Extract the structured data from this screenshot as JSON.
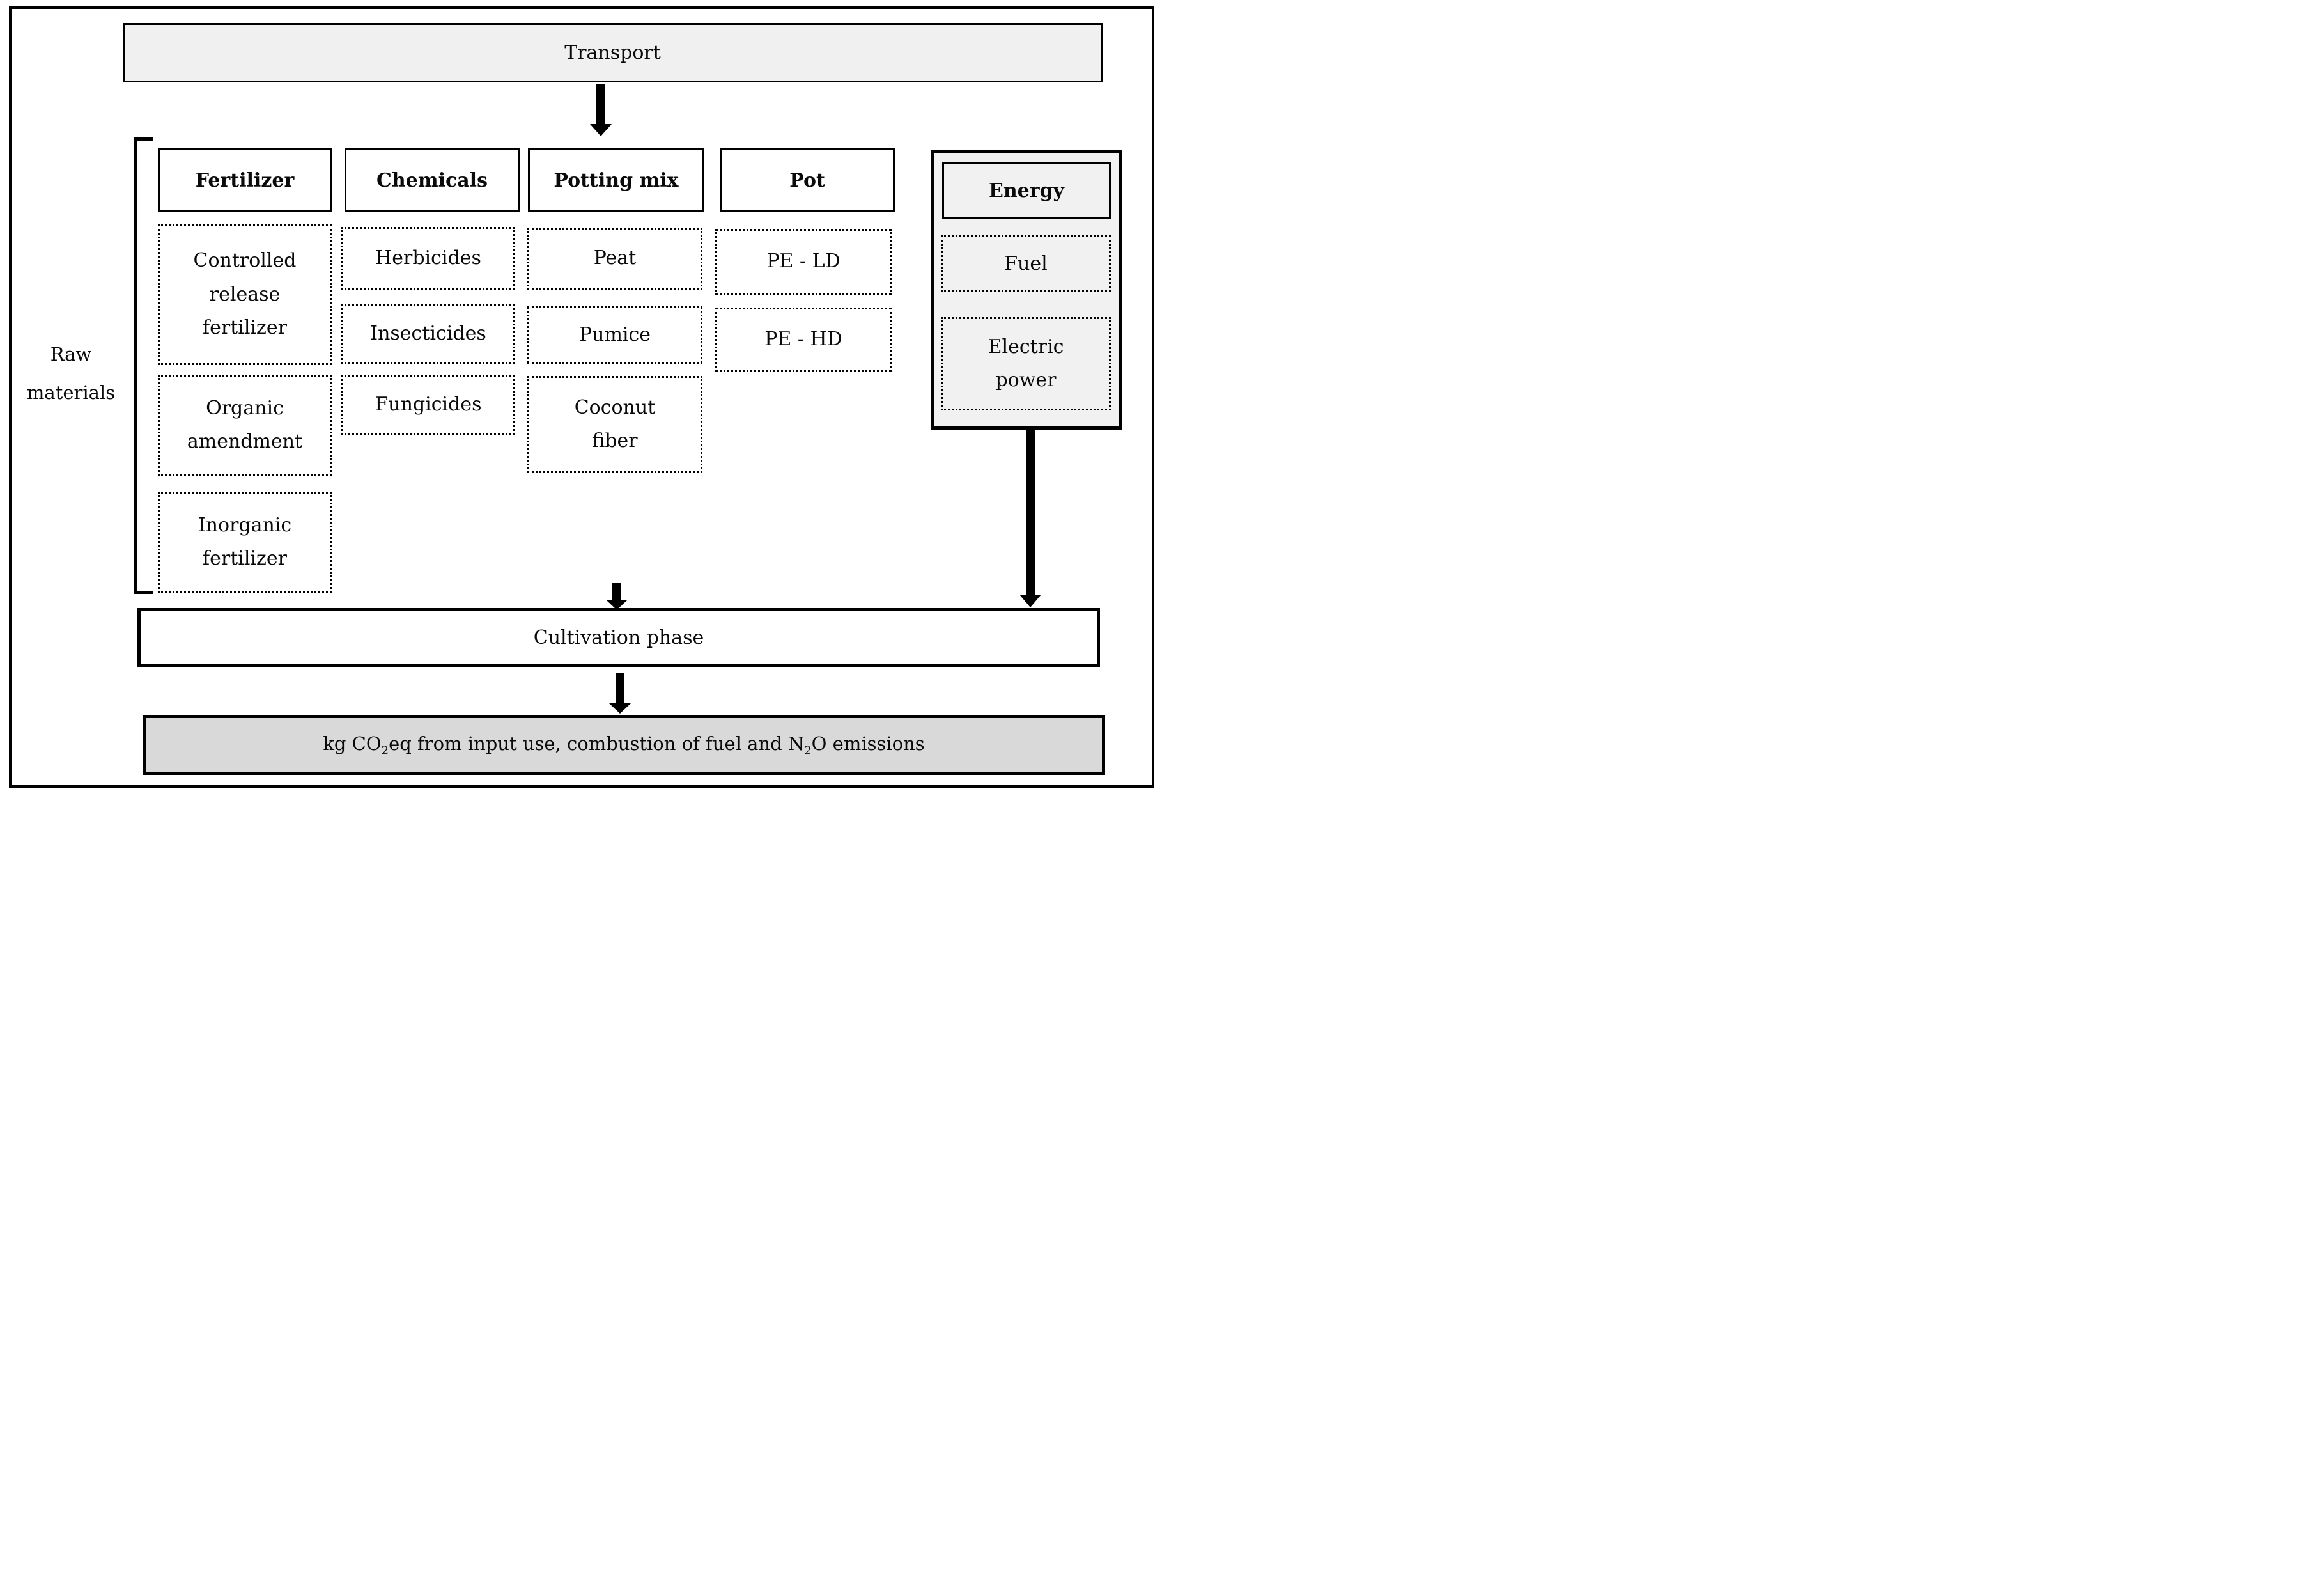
{
  "transport": {
    "label": "Transport"
  },
  "raw_materials": {
    "label_lines": [
      "Raw",
      "materials"
    ]
  },
  "columns": [
    {
      "header": "Fertilizer",
      "items": [
        "Controlled release fertilizer",
        "Organic amendment",
        "Inorganic fertilizer"
      ]
    },
    {
      "header": "Chemicals",
      "items": [
        "Herbicides",
        "Insecticides",
        "Fungicides"
      ]
    },
    {
      "header": "Potting mix",
      "items": [
        "Peat",
        "Pumice",
        "Coconut fiber"
      ]
    },
    {
      "header": "Pot",
      "items": [
        "PE - LD",
        "PE - HD"
      ]
    }
  ],
  "energy": {
    "header": "Energy",
    "items": [
      "Fuel",
      "Electric power"
    ]
  },
  "cultivation": {
    "label": "Cultivation phase"
  },
  "output": {
    "seg1": "kg CO",
    "sub1": "2",
    "seg2": "eq from input use, combustion of fuel and N",
    "sub2": "2",
    "seg3": "O emissions"
  },
  "colors": {
    "border": "#000000",
    "light_fill": "#f0f0f0",
    "energy_fill": "#f1f1f1",
    "output_fill": "#d9d9d9",
    "box_fill": "#ffffff"
  }
}
